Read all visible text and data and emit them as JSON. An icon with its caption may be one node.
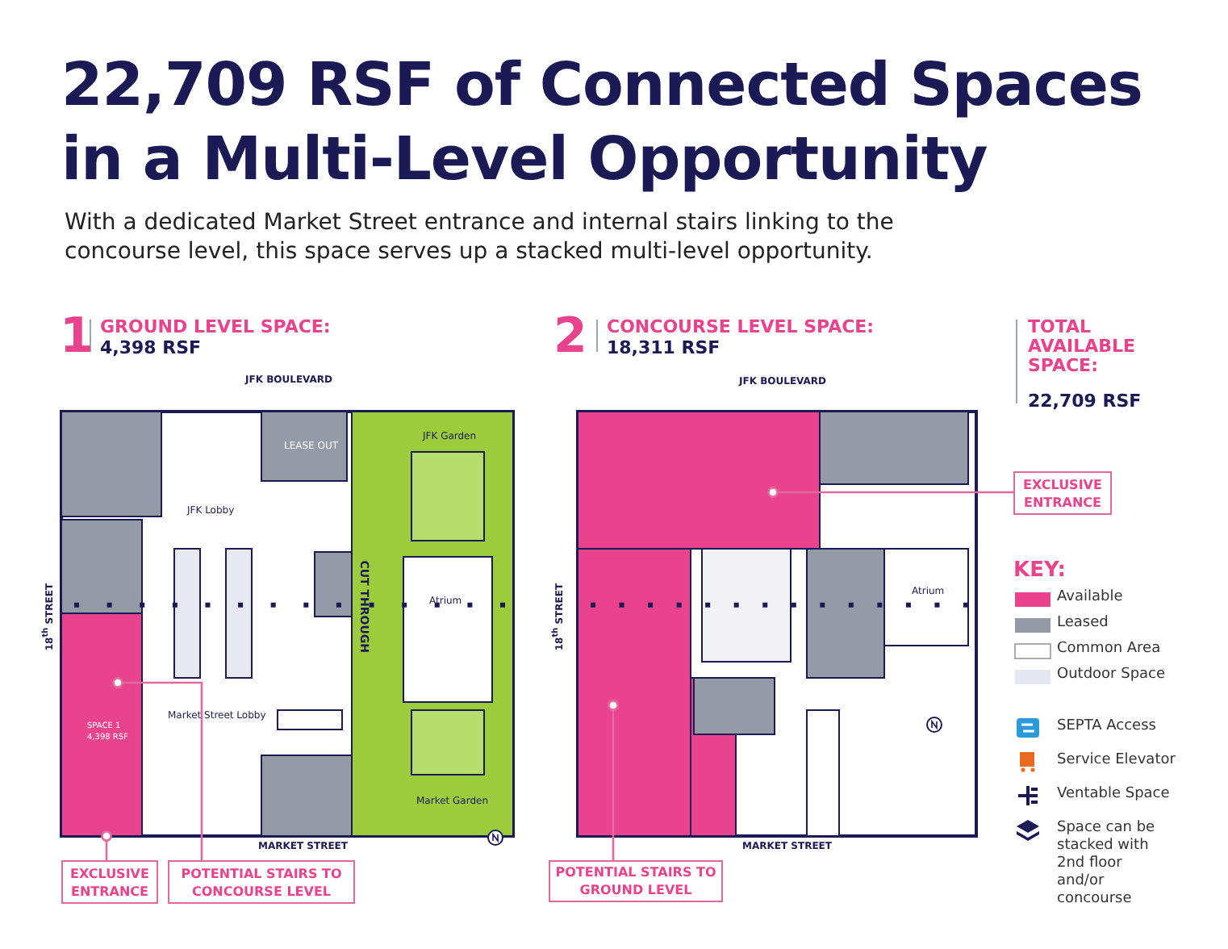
{
  "diagram": {
    "title": "22,709 RSF of Connected Spaces in a Multi-Level Opportunity",
    "caption": "With a dedicated Market Street entrance and internal stairs linking to the concourse level, this space serves up a stacked multi-level opportunity.",
    "nodes": [
      {
        "text": [
          "EXCLUSIVE ENTRANCE"
        ]
      },
      {
        "text": [
          "POTENTIAL STAIRS TO CONCOURSE LEVEL"
        ]
      },
      {
        "text": [
          "POTENTIAL STAIRS TO GROUND LEVEL"
        ]
      },
      {
        "text": [
          "EXCLUSIVE ENTRANCE"
        ]
      }
    ],
    "edges": [
      {
        "from": 0,
        "to": null,
        "arrow": "other"
      },
      {
        "from": 1,
        "to": null,
        "arrow": "other"
      },
      {
        "from": 2,
        "to": null,
        "arrow": "other"
      },
      {
        "from": 3,
        "to": null,
        "arrow": "other"
      }
    ],
    "labels": [
      "1",
      "GROUND LEVEL SPACE:",
      "4,398 RSF",
      "2",
      "CONCOURSE LEVEL SPACE:",
      "18,311 RSF",
      "TOTAL AVAILABLE SPACE:",
      "22,709 RSF",
      "JFK BOULEVARD",
      "LEASE OUT",
      "JFK Garden",
      "JFK Lobby",
      "18$^{th}$ STREET",
      "CUT THROUGH",
      "Atrium",
      "Market Street Lobby",
      "SPACE 1",
      "4,398 RSF",
      "Market Garden",
      "MARKET STREET",
      "JFK BOULEVARD",
      "18$^{th}$ STREET",
      "Atrium",
      "MARKET STREET",
      "KEY:"
    ],
    "legend": [
      {
        "text": "Available",
        "color": "#e8438c"
      },
      {
        "text": "Leased",
        "color": "#959ba6"
      },
      {
        "text": "Common Area",
        "color": "#ffffff"
      },
      {
        "text": "Outdoor Space",
        "color": "#e4e8ee"
      },
      {
        "text": "SEPTA Access"
      },
      {
        "text": "Service Elevator"
      },
      {
        "text": "Ventable Space"
      },
      {
        "text": "Space can be stacked with 2nd floor and/or concourse"
      }
    ]
  }
}
